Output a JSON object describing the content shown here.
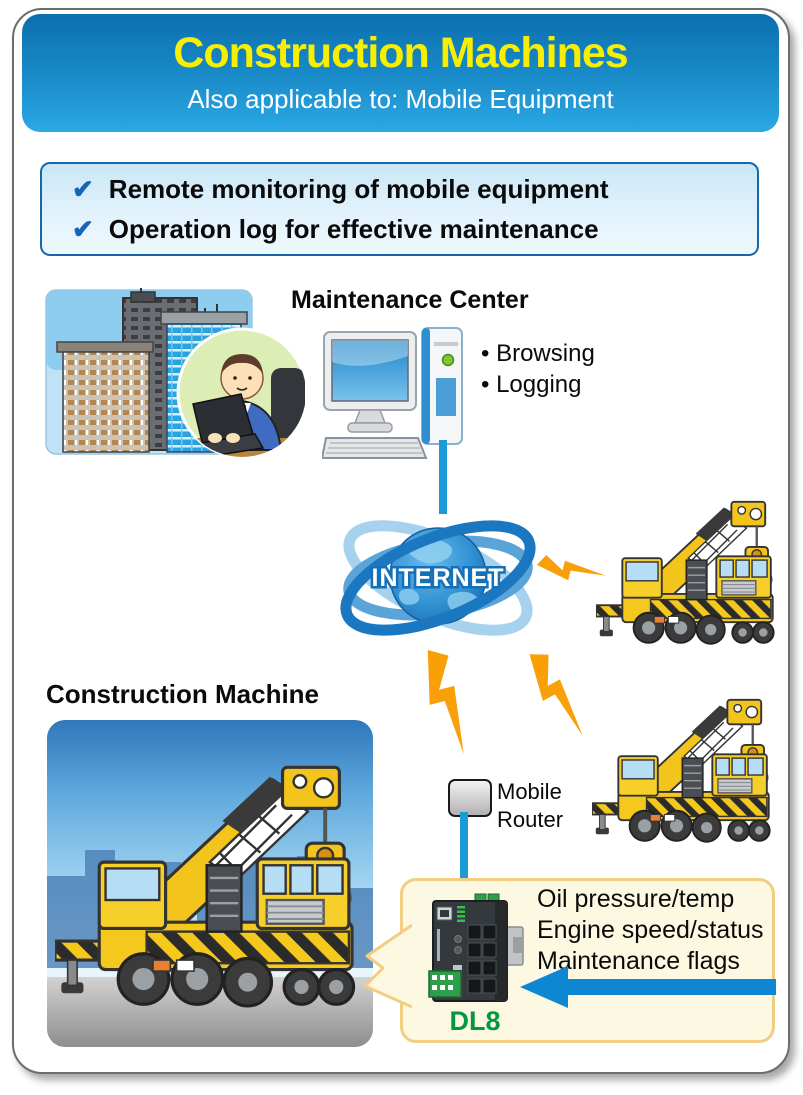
{
  "header": {
    "title": "Construction Machines",
    "subtitle": "Also applicable to: Mobile Equipment"
  },
  "features": {
    "check": "✔",
    "items": [
      "Remote monitoring of mobile equipment",
      "Operation log for effective maintenance"
    ]
  },
  "maintenance_center": {
    "label": "Maintenance Center",
    "bullet": "•",
    "functions": [
      "Browsing",
      "Logging"
    ]
  },
  "internet": {
    "label": "INTERNET"
  },
  "construction_machine": {
    "label": "Construction Machine"
  },
  "mobile_router": {
    "lines": [
      "Mobile",
      "Router"
    ]
  },
  "device": {
    "name": "DL8",
    "signals": [
      "Oil pressure/temp",
      "Engine speed/status",
      "Maintenance flags"
    ]
  },
  "colors": {
    "header_blue_top": "#0c6fae",
    "header_blue_bottom": "#2ba8e4",
    "title_yellow": "#f8ee00",
    "feature_border": "#1767ab",
    "check_blue": "#1565b8",
    "connector_blue": "#1b9cd8",
    "arrow_blue": "#0e87d3",
    "bolt_orange": "#f9a008",
    "crane_yellow": "#f5c81e",
    "dl8_green": "#009840",
    "callout_bg": "#fdf8e2",
    "callout_border": "#f2cd84"
  }
}
